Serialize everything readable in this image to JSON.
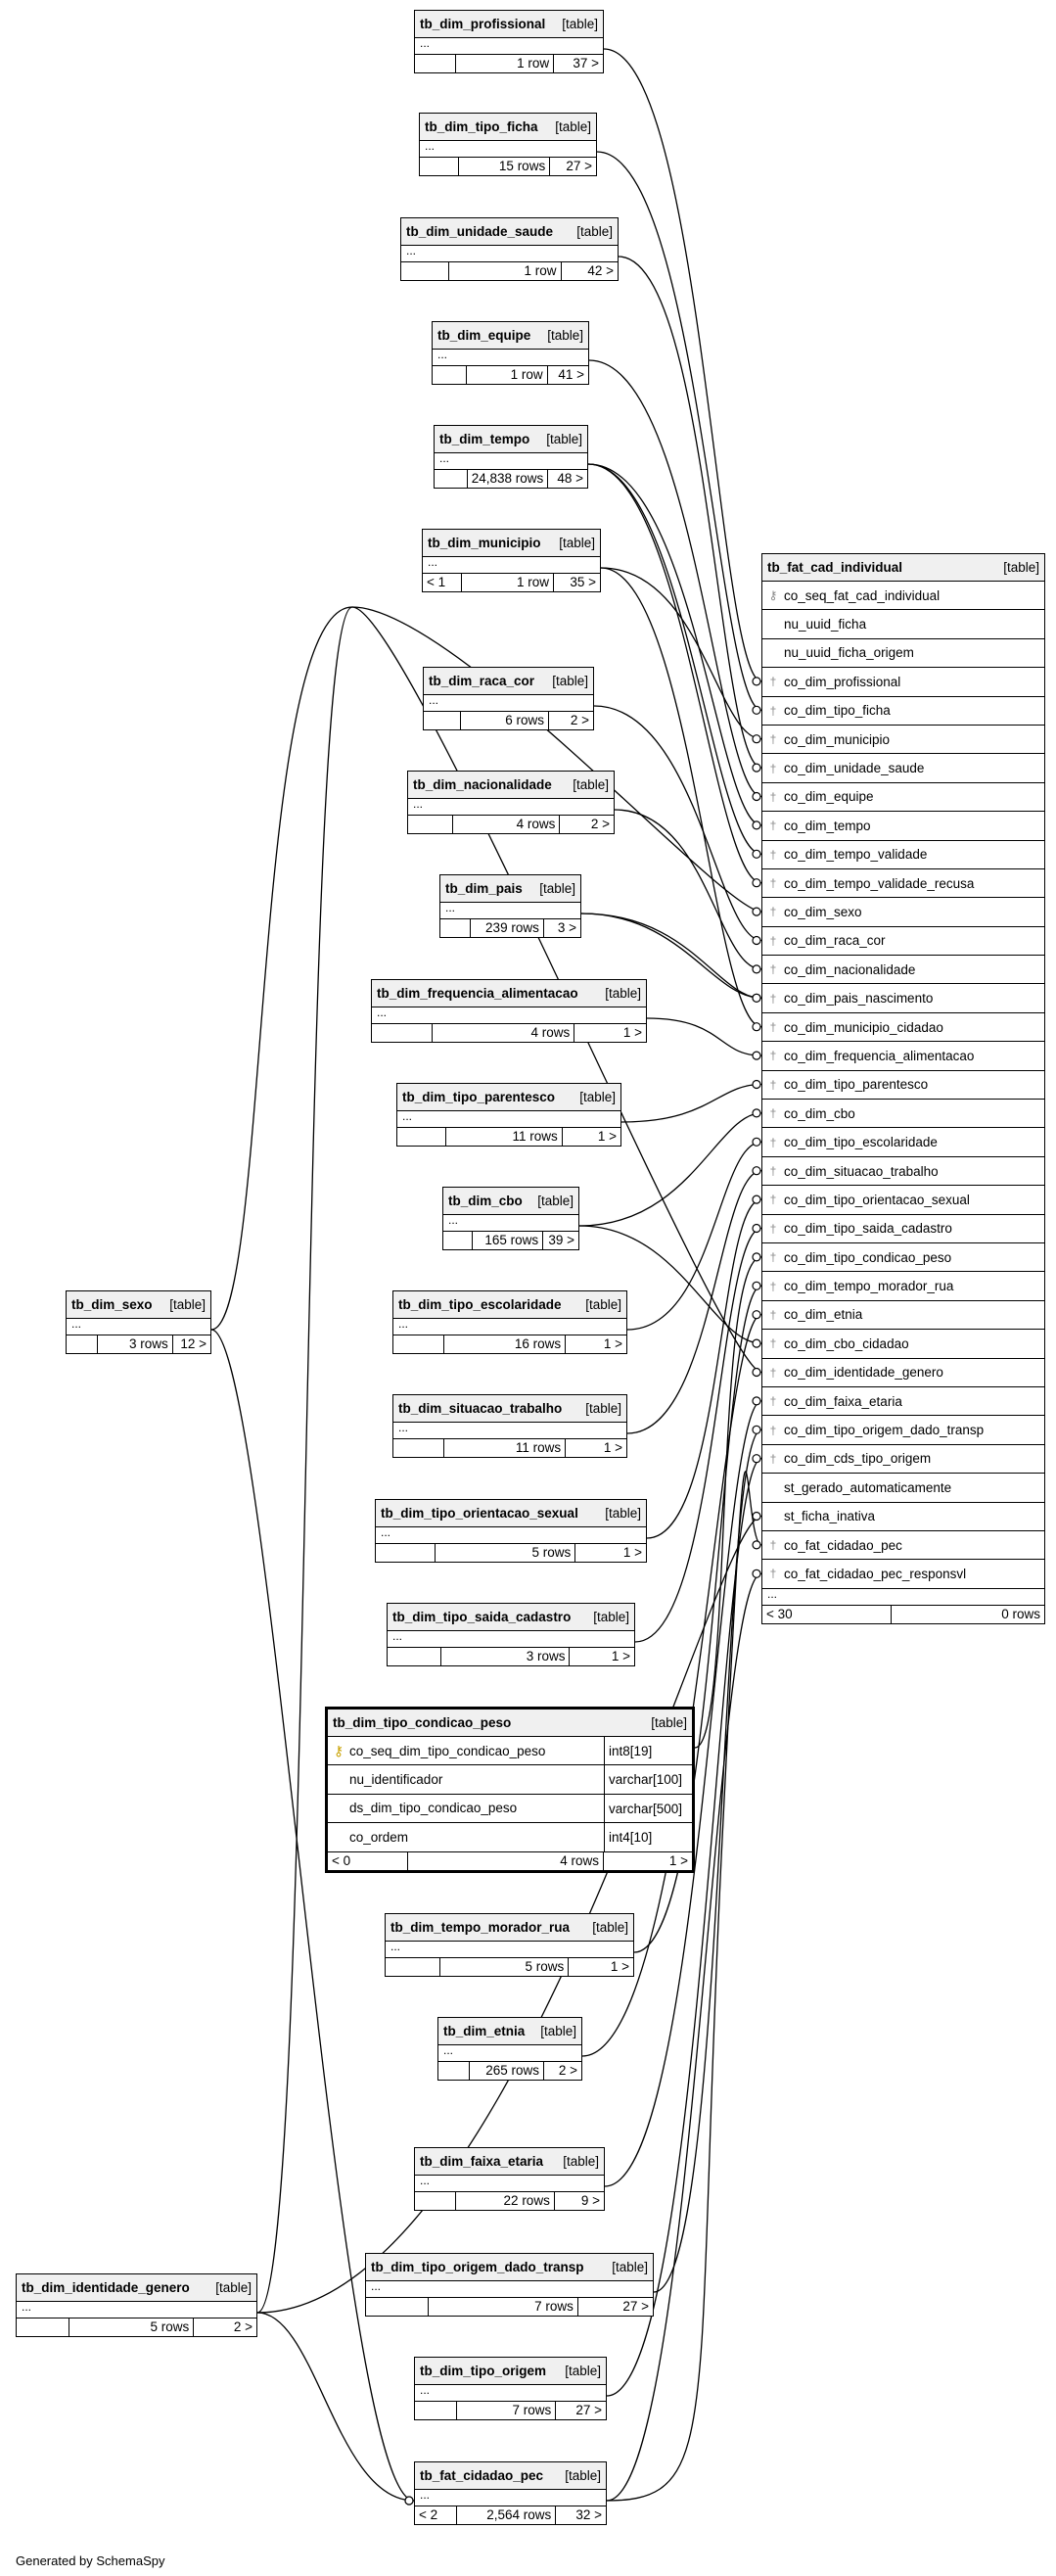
{
  "tables": [
    {
      "name": "tb_dim_profissional",
      "tag": "[table]",
      "dots": "...",
      "f1": "",
      "f2": "1 row",
      "f3": "37 >"
    },
    {
      "name": "tb_dim_tipo_ficha",
      "tag": "[table]",
      "dots": "...",
      "f1": "",
      "f2": "15 rows",
      "f3": "27 >"
    },
    {
      "name": "tb_dim_unidade_saude",
      "tag": "[table]",
      "dots": "...",
      "f1": "",
      "f2": "1 row",
      "f3": "42 >"
    },
    {
      "name": "tb_dim_equipe",
      "tag": "[table]",
      "dots": "...",
      "f1": "",
      "f2": "1 row",
      "f3": "41 >"
    },
    {
      "name": "tb_dim_tempo",
      "tag": "[table]",
      "dots": "...",
      "f1": "",
      "f2": "24,838 rows",
      "f3": "48 >"
    },
    {
      "name": "tb_dim_municipio",
      "tag": "[table]",
      "dots": "...",
      "f1": "< 1",
      "f2": "1 row",
      "f3": "35 >"
    },
    {
      "name": "tb_dim_raca_cor",
      "tag": "[table]",
      "dots": "...",
      "f1": "",
      "f2": "6 rows",
      "f3": "2 >"
    },
    {
      "name": "tb_dim_nacionalidade",
      "tag": "[table]",
      "dots": "...",
      "f1": "",
      "f2": "4 rows",
      "f3": "2 >"
    },
    {
      "name": "tb_dim_pais",
      "tag": "[table]",
      "dots": "...",
      "f1": "",
      "f2": "239 rows",
      "f3": "3 >"
    },
    {
      "name": "tb_dim_frequencia_alimentacao",
      "tag": "[table]",
      "dots": "...",
      "f1": "",
      "f2": "4 rows",
      "f3": "1 >"
    },
    {
      "name": "tb_dim_tipo_parentesco",
      "tag": "[table]",
      "dots": "...",
      "f1": "",
      "f2": "11 rows",
      "f3": "1 >"
    },
    {
      "name": "tb_dim_cbo",
      "tag": "[table]",
      "dots": "...",
      "f1": "",
      "f2": "165 rows",
      "f3": "39 >"
    },
    {
      "name": "tb_dim_sexo",
      "tag": "[table]",
      "dots": "...",
      "f1": "",
      "f2": "3 rows",
      "f3": "12 >"
    },
    {
      "name": "tb_dim_tipo_escolaridade",
      "tag": "[table]",
      "dots": "...",
      "f1": "",
      "f2": "16 rows",
      "f3": "1 >"
    },
    {
      "name": "tb_dim_situacao_trabalho",
      "tag": "[table]",
      "dots": "...",
      "f1": "",
      "f2": "11 rows",
      "f3": "1 >"
    },
    {
      "name": "tb_dim_tipo_orientacao_sexual",
      "tag": "[table]",
      "dots": "...",
      "f1": "",
      "f2": "5 rows",
      "f3": "1 >"
    },
    {
      "name": "tb_dim_tipo_saida_cadastro",
      "tag": "[table]",
      "dots": "...",
      "f1": "",
      "f2": "3 rows",
      "f3": "1 >"
    },
    {
      "name": "tb_dim_tempo_morador_rua",
      "tag": "[table]",
      "dots": "...",
      "f1": "",
      "f2": "5 rows",
      "f3": "1 >"
    },
    {
      "name": "tb_dim_etnia",
      "tag": "[table]",
      "dots": "...",
      "f1": "",
      "f2": "265 rows",
      "f3": "2 >"
    },
    {
      "name": "tb_dim_faixa_etaria",
      "tag": "[table]",
      "dots": "...",
      "f1": "",
      "f2": "22 rows",
      "f3": "9 >"
    },
    {
      "name": "tb_dim_tipo_origem_dado_transp",
      "tag": "[table]",
      "dots": "...",
      "f1": "",
      "f2": "7 rows",
      "f3": "27 >"
    },
    {
      "name": "tb_dim_identidade_genero",
      "tag": "[table]",
      "dots": "...",
      "f1": "",
      "f2": "5 rows",
      "f3": "2 >"
    },
    {
      "name": "tb_dim_tipo_origem",
      "tag": "[table]",
      "dots": "...",
      "f1": "",
      "f2": "7 rows",
      "f3": "27 >"
    },
    {
      "name": "tb_fat_cidadao_pec",
      "tag": "[table]",
      "dots": "...",
      "f1": "< 2",
      "f2": "2,564 rows",
      "f3": "32 >"
    }
  ],
  "focus": {
    "name": "tb_dim_tipo_condicao_peso",
    "tag": "[table]",
    "columns": [
      {
        "name": "co_seq_dim_tipo_condicao_peso",
        "type": "int8[19]",
        "pk": true
      },
      {
        "name": "nu_identificador",
        "type": "varchar[100]",
        "pk": false
      },
      {
        "name": "ds_dim_tipo_condicao_peso",
        "type": "varchar[500]",
        "pk": false
      },
      {
        "name": "co_ordem",
        "type": "int4[10]",
        "pk": false
      }
    ],
    "f1": "< 0",
    "f2": "4 rows",
    "f3": "1 >"
  },
  "fact": {
    "name": "tb_fat_cad_individual",
    "tag": "[table]",
    "columns": [
      {
        "name": "co_seq_fat_cad_individual",
        "icon": "pk"
      },
      {
        "name": "nu_uuid_ficha",
        "icon": "none"
      },
      {
        "name": "nu_uuid_ficha_origem",
        "icon": "none"
      },
      {
        "name": "co_dim_profissional",
        "icon": "fk"
      },
      {
        "name": "co_dim_tipo_ficha",
        "icon": "fk"
      },
      {
        "name": "co_dim_municipio",
        "icon": "fk"
      },
      {
        "name": "co_dim_unidade_saude",
        "icon": "fk"
      },
      {
        "name": "co_dim_equipe",
        "icon": "fk"
      },
      {
        "name": "co_dim_tempo",
        "icon": "fk"
      },
      {
        "name": "co_dim_tempo_validade",
        "icon": "fk"
      },
      {
        "name": "co_dim_tempo_validade_recusa",
        "icon": "fk"
      },
      {
        "name": "co_dim_sexo",
        "icon": "fk"
      },
      {
        "name": "co_dim_raca_cor",
        "icon": "fk"
      },
      {
        "name": "co_dim_nacionalidade",
        "icon": "fk"
      },
      {
        "name": "co_dim_pais_nascimento",
        "icon": "fk"
      },
      {
        "name": "co_dim_municipio_cidadao",
        "icon": "fk"
      },
      {
        "name": "co_dim_frequencia_alimentacao",
        "icon": "fk"
      },
      {
        "name": "co_dim_tipo_parentesco",
        "icon": "fk"
      },
      {
        "name": "co_dim_cbo",
        "icon": "fk"
      },
      {
        "name": "co_dim_tipo_escolaridade",
        "icon": "fk"
      },
      {
        "name": "co_dim_situacao_trabalho",
        "icon": "fk"
      },
      {
        "name": "co_dim_tipo_orientacao_sexual",
        "icon": "fk"
      },
      {
        "name": "co_dim_tipo_saida_cadastro",
        "icon": "fk"
      },
      {
        "name": "co_dim_tipo_condicao_peso",
        "icon": "fk"
      },
      {
        "name": "co_dim_tempo_morador_rua",
        "icon": "fk"
      },
      {
        "name": "co_dim_etnia",
        "icon": "fk"
      },
      {
        "name": "co_dim_cbo_cidadao",
        "icon": "fk"
      },
      {
        "name": "co_dim_identidade_genero",
        "icon": "fk"
      },
      {
        "name": "co_dim_faixa_etaria",
        "icon": "fk"
      },
      {
        "name": "co_dim_tipo_origem_dado_transp",
        "icon": "fk"
      },
      {
        "name": "co_dim_cds_tipo_origem",
        "icon": "fk"
      },
      {
        "name": "st_gerado_automaticamente",
        "icon": "none"
      },
      {
        "name": "st_ficha_inativa",
        "icon": "none"
      },
      {
        "name": "co_fat_cidadao_pec",
        "icon": "fk"
      },
      {
        "name": "co_fat_cidadao_pec_responsvl",
        "icon": "fk"
      }
    ],
    "dots": "...",
    "f1": "< 30",
    "f2": "0 rows"
  },
  "footer": "Generated by SchemaSpy"
}
